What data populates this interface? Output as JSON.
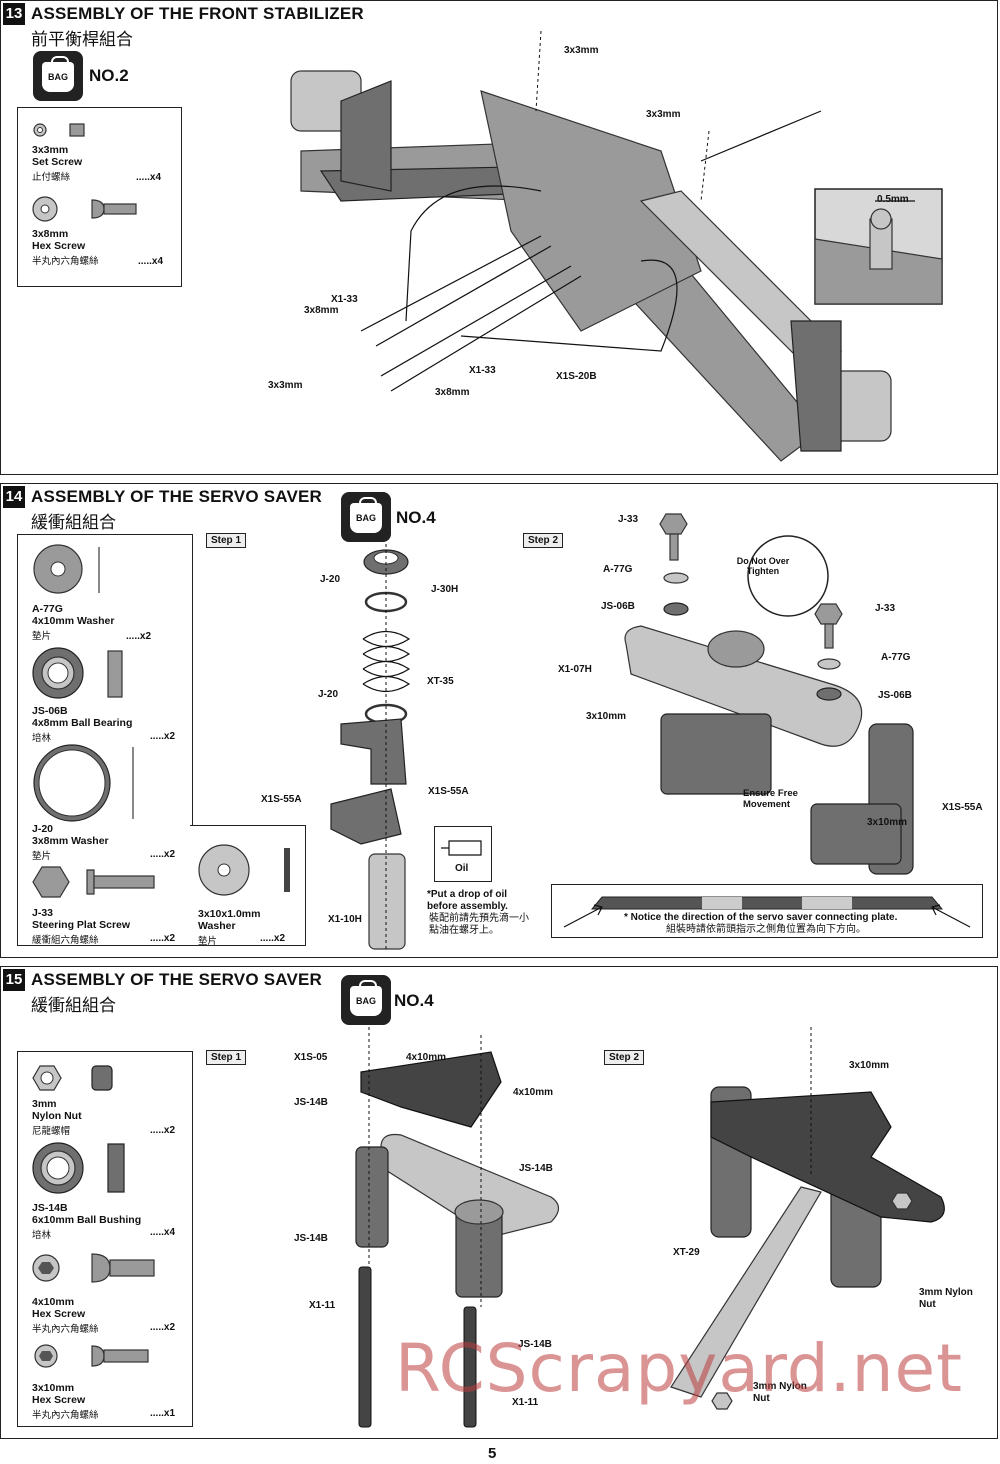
{
  "sections": [
    {
      "number": "13",
      "title_en": "ASSEMBLY OF THE FRONT STABILIZER",
      "title_zh": "前平衡桿組合",
      "bag_icon_text": "BAG",
      "bag_label": "NO.2",
      "parts": [
        {
          "name": "3x3mm",
          "desc": "Set Screw",
          "zh": "止付螺絲",
          "qty": ".....x4"
        },
        {
          "name": "3x8mm",
          "desc": "Hex Screw",
          "zh": "半丸內六角螺絲",
          "qty": ".....x4"
        }
      ],
      "callouts": [
        "3x3mm",
        "3x3mm",
        "0.5mm",
        "X1-33",
        "3x8mm",
        "X1-33",
        "3x3mm",
        "3x8mm",
        "X1S-20B"
      ]
    },
    {
      "number": "14",
      "title_en": "ASSEMBLY OF THE SERVO SAVER",
      "title_zh": "緩衝組組合",
      "bag_icon_text": "BAG",
      "bag_label": "NO.4",
      "step1": "Step 1",
      "step2": "Step 2",
      "parts": [
        {
          "name": "A-77G",
          "desc": "4x10mm Washer",
          "zh": "墊片",
          "qty": ".....x2"
        },
        {
          "name": "JS-06B",
          "desc": "4x8mm Ball Bearing",
          "zh": "培林",
          "qty": ".....x2"
        },
        {
          "name": "J-20",
          "desc": "3x8mm Washer",
          "zh": "墊片",
          "qty": ".....x2"
        },
        {
          "name": "J-33",
          "desc": "Steering Plat Screw",
          "zh": "緩衝組六角螺絲",
          "qty": ".....x2"
        },
        {
          "name": "3x10x1.0mm",
          "desc": "Washer",
          "zh": "墊片",
          "qty": ".....x2"
        }
      ],
      "step1_callouts": [
        "J-20",
        "J-30H",
        "XT-35",
        "J-20",
        "X1S-55A",
        "X1S-55A",
        "X1-10H"
      ],
      "oil_label": "Oil",
      "oil_note_en": "*Put a drop of oil before assembly.",
      "oil_note_zh": "裝配前請先預先滴一小點油在螺牙上。",
      "step2_callouts": [
        "J-33",
        "A-77G",
        "JS-06B",
        "X1-07H",
        "3x10mm",
        "J-33",
        "A-77G",
        "JS-06B",
        "X1S-55A",
        "3x10mm"
      ],
      "do_not_tighten": "Do Not Over Tighten",
      "ensure_free": "Ensure Free Movement",
      "notice_en": "* Notice the direction of the servo saver connecting plate.",
      "notice_zh": "組裝時請依箭頭指示之側角位置為向下方向。"
    },
    {
      "number": "15",
      "title_en": "ASSEMBLY OF THE SERVO SAVER",
      "title_zh": "緩衝組組合",
      "bag_icon_text": "BAG",
      "bag_label": "NO.4",
      "step1": "Step 1",
      "step2": "Step 2",
      "parts": [
        {
          "name": "3mm",
          "desc": "Nylon Nut",
          "zh": "尼龍螺帽",
          "qty": ".....x2"
        },
        {
          "name": "JS-14B",
          "desc": "6x10mm Ball Bushing",
          "zh": "培林",
          "qty": ".....x4"
        },
        {
          "name": "4x10mm",
          "desc": "Hex Screw",
          "zh": "半丸內六角螺絲",
          "qty": ".....x2"
        },
        {
          "name": "3x10mm",
          "desc": "Hex Screw",
          "zh": "半丸內六角螺絲",
          "qty": ".....x1"
        }
      ],
      "step1_callouts": [
        "X1S-05",
        "4x10mm",
        "4x10mm",
        "JS-14B",
        "JS-14B",
        "JS-14B",
        "X1-11",
        "JS-14B",
        "X1-11"
      ],
      "step2_callouts": [
        "3x10mm",
        "XT-29",
        "3mm Nylon Nut",
        "3mm Nylon Nut"
      ]
    }
  ],
  "page_number": "5",
  "watermark": "RCScrapyard.net"
}
